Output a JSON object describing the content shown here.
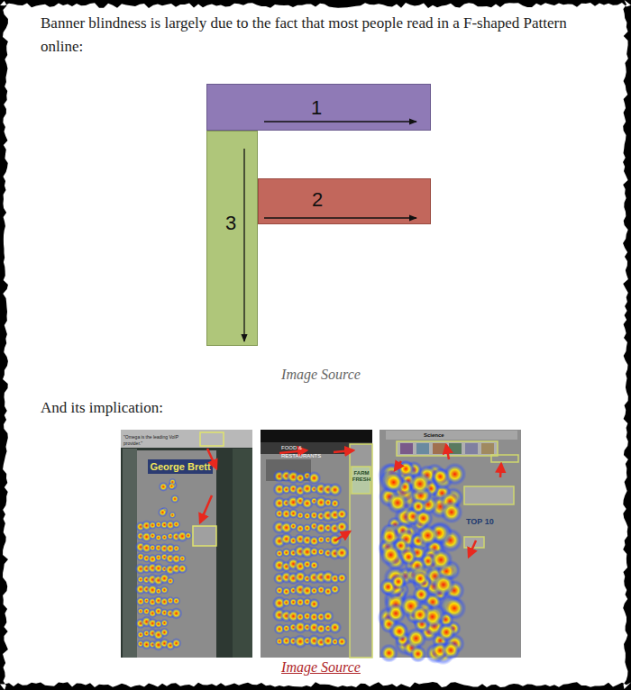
{
  "diagram": {
    "nodes": [
      {
        "text": [
          "1"
        ]
      },
      {
        "text": [
          "2"
        ]
      },
      {
        "text": [
          "3"
        ]
      }
    ],
    "labels": [
      "Banner blindness is largely due to the fact that most people read in a F-shaped Pattern online:",
      "Image Source",
      "And its implication:",
      "Image Source",
      "\"Omega is the leading VoIP provider.\"",
      "George Brett",
      "FOOD & RESTAURANTS",
      "FARM FRESH",
      "Science",
      "TOP 10"
    ]
  }
}
